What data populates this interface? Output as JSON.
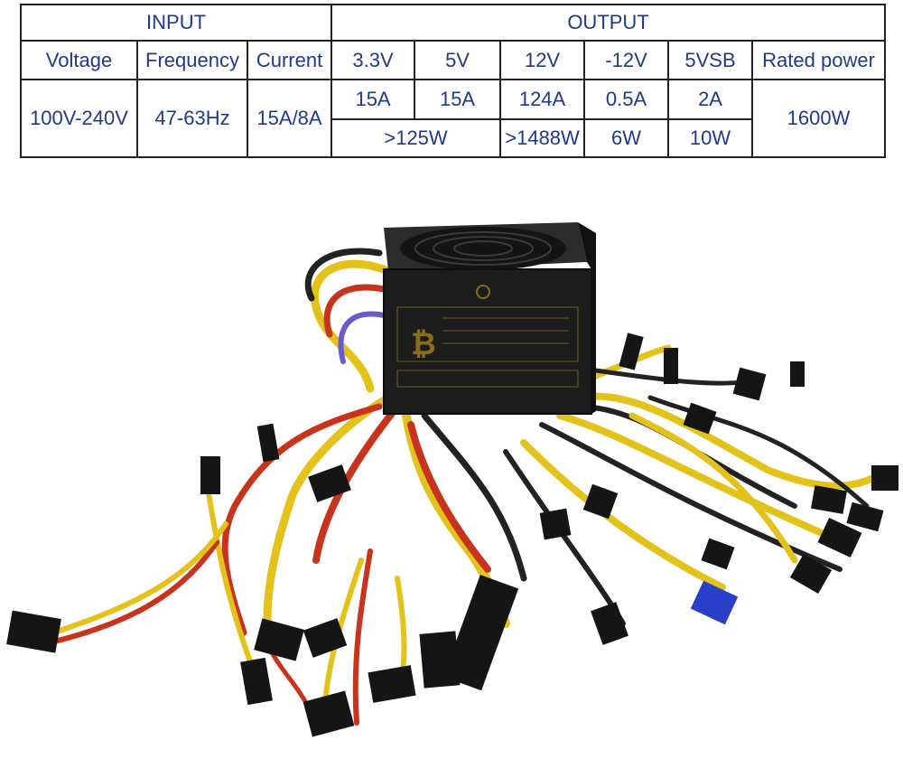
{
  "table": {
    "input_header": "INPUT",
    "output_header": "OUTPUT",
    "col_voltage": "Voltage",
    "col_frequency": "Frequency",
    "col_current": "Current",
    "col_33v": "3.3V",
    "col_5v": "5V",
    "col_12v": "12V",
    "col_neg12v": "-12V",
    "col_5vsb": "5VSB",
    "col_rated": "Rated power",
    "voltage": "100V-240V",
    "frequency": "47-63Hz",
    "current": "15A/8A",
    "amp_33v": "15A",
    "amp_5v": "15A",
    "amp_12v": "124A",
    "amp_neg12v": "0.5A",
    "amp_5vsb": "2A",
    "rated_power": "1600W",
    "watt_33v_5v": ">125W",
    "watt_12v": ">1488W",
    "watt_neg12v": "6W",
    "watt_5vsb": "10W"
  },
  "photo": {
    "icon": "power-supply-with-cables",
    "label_symbol": "₿",
    "colors": {
      "case": "#1c1c1c",
      "wire_yellow": "#e3c21a",
      "wire_red": "#c8331e",
      "connector": "#151515",
      "blue_plug": "#2a3fc9"
    }
  }
}
